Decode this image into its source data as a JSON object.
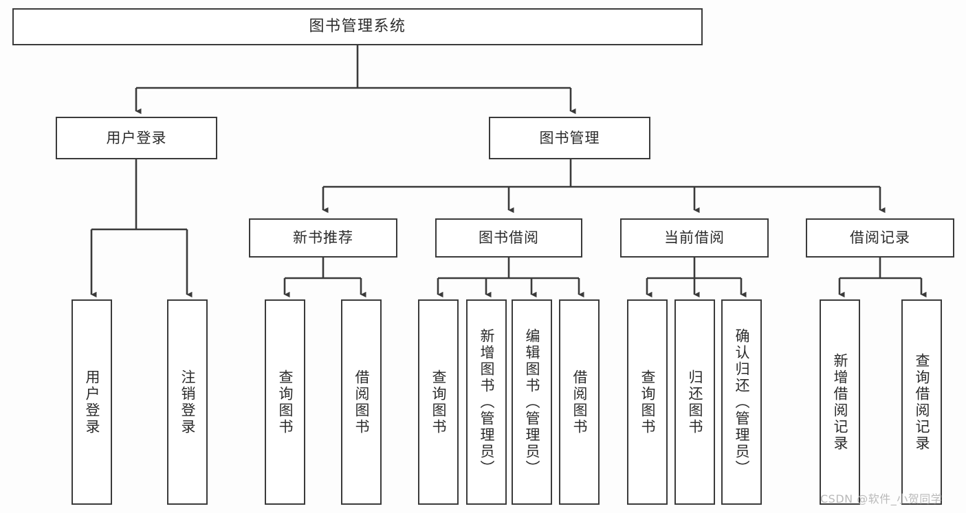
{
  "diagram": {
    "title": "图书管理系统",
    "type": "tree-hierarchy-chart",
    "colors": {
      "background": "#fdfdfd",
      "node_fill": "#ffffff",
      "node_stroke": "#3a3a3a",
      "text": "#2b2b2b",
      "watermark": "#b9b9b9"
    },
    "nodes": {
      "root": {
        "label": "图书管理系统"
      },
      "level2": [
        {
          "id": "user-login",
          "label": "用户登录"
        },
        {
          "id": "book-manage",
          "label": "图书管理"
        }
      ],
      "level3": [
        {
          "id": "new-book-recommend",
          "label": "新书推荐"
        },
        {
          "id": "book-borrow",
          "label": "图书借阅"
        },
        {
          "id": "current-borrow",
          "label": "当前借阅"
        },
        {
          "id": "borrow-record",
          "label": "借阅记录"
        }
      ],
      "leaves": {
        "user_login": [
          {
            "id": "leaf-user-login",
            "label": "用户登录"
          },
          {
            "id": "leaf-logout",
            "label": "注销登录"
          }
        ],
        "new_book_recommend": [
          {
            "id": "leaf-query-book-1",
            "label": "查询图书"
          },
          {
            "id": "leaf-borrow-book-1",
            "label": "借阅图书"
          }
        ],
        "book_borrow": [
          {
            "id": "leaf-query-book-2",
            "label": "查询图书"
          },
          {
            "id": "leaf-add-book",
            "label": "新增图书（管理员）"
          },
          {
            "id": "leaf-edit-book",
            "label": "编辑图书（管理员）"
          },
          {
            "id": "leaf-borrow-book-2",
            "label": "借阅图书"
          }
        ],
        "current_borrow": [
          {
            "id": "leaf-query-book-3",
            "label": "查询图书"
          },
          {
            "id": "leaf-return-book",
            "label": "归还图书"
          },
          {
            "id": "leaf-confirm-return",
            "label": "确认归还（管理员）"
          }
        ],
        "borrow_record": [
          {
            "id": "leaf-add-record",
            "label": "新增借阅记录"
          },
          {
            "id": "leaf-query-record",
            "label": "查询借阅记录"
          }
        ]
      }
    },
    "watermark": "CSDN @软件_小贺同学"
  }
}
